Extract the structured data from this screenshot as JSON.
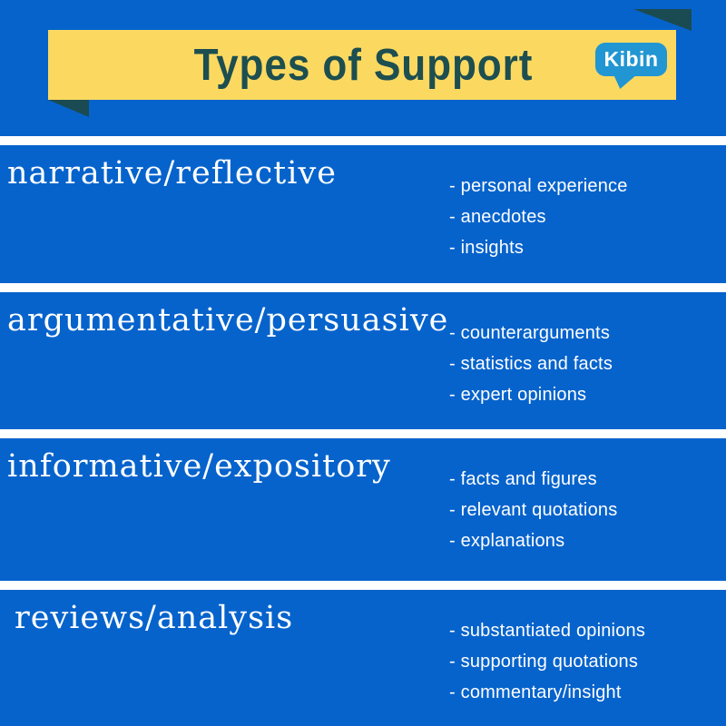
{
  "page": {
    "background_color": "#0663cc",
    "divider_color": "#ffffff",
    "section_text_color": "#ffffff"
  },
  "banner": {
    "title": "Types of Support",
    "ribbon_color": "#fbd960",
    "fold_color": "#1a4b52",
    "title_color": "#1d4e50",
    "logo": {
      "text": "Kibin",
      "bubble_color": "#2196d3",
      "text_color": "#ffffff"
    }
  },
  "sections": [
    {
      "heading": "narrative/reflective",
      "items": [
        "- personal experience",
        "- anecdotes",
        "- insights"
      ]
    },
    {
      "heading": "argumentative/persuasive",
      "items": [
        "- counterarguments",
        "- statistics and facts",
        "- expert opinions"
      ]
    },
    {
      "heading": "informative/expository",
      "items": [
        "- facts and figures",
        "- relevant quotations",
        "- explanations"
      ]
    },
    {
      "heading": "reviews/analysis",
      "items": [
        "- substantiated opinions",
        "- supporting quotations",
        "- commentary/insight"
      ]
    }
  ]
}
